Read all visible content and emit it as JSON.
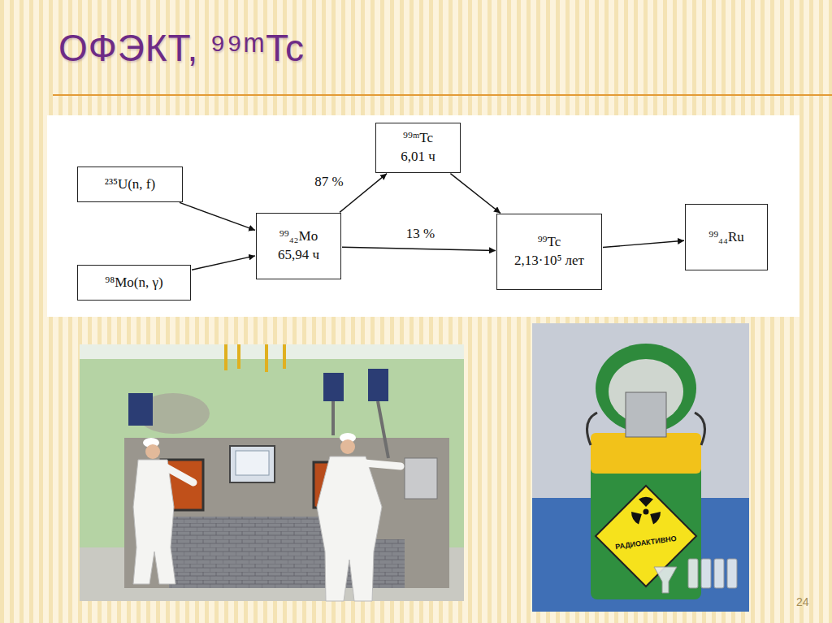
{
  "diagram": {
    "title": "ОФЭКТ, ⁹⁹ᵐTc",
    "nodes": [
      {
        "text": [
          "²³⁵U(n, f)"
        ]
      },
      {
        "text": [
          "⁹⁸Mo(n, γ)"
        ]
      },
      {
        "text": [
          "⁹⁹₄₂Mo",
          "65,94 ч"
        ]
      },
      {
        "text": [
          "⁹⁹ᵐTc",
          "6,01 ч"
        ]
      },
      {
        "text": [
          "⁹⁹Tc",
          "2,13·10⁵ лет"
        ]
      },
      {
        "text": [
          "⁹⁹₄₄Ru"
        ]
      }
    ],
    "edges": [
      {
        "from": 0,
        "to": 2,
        "arrow": "to"
      },
      {
        "from": 1,
        "to": 2,
        "arrow": "to"
      },
      {
        "from": 2,
        "to": 3,
        "label": "87 %",
        "arrow": "to"
      },
      {
        "from": 2,
        "to": 4,
        "label": "13 %",
        "arrow": "to"
      },
      {
        "from": 3,
        "to": 4,
        "arrow": "to"
      },
      {
        "from": 4,
        "to": 5,
        "arrow": "to"
      }
    ],
    "labels": [
      "РАДИОАКТИВНО",
      "24"
    ]
  }
}
